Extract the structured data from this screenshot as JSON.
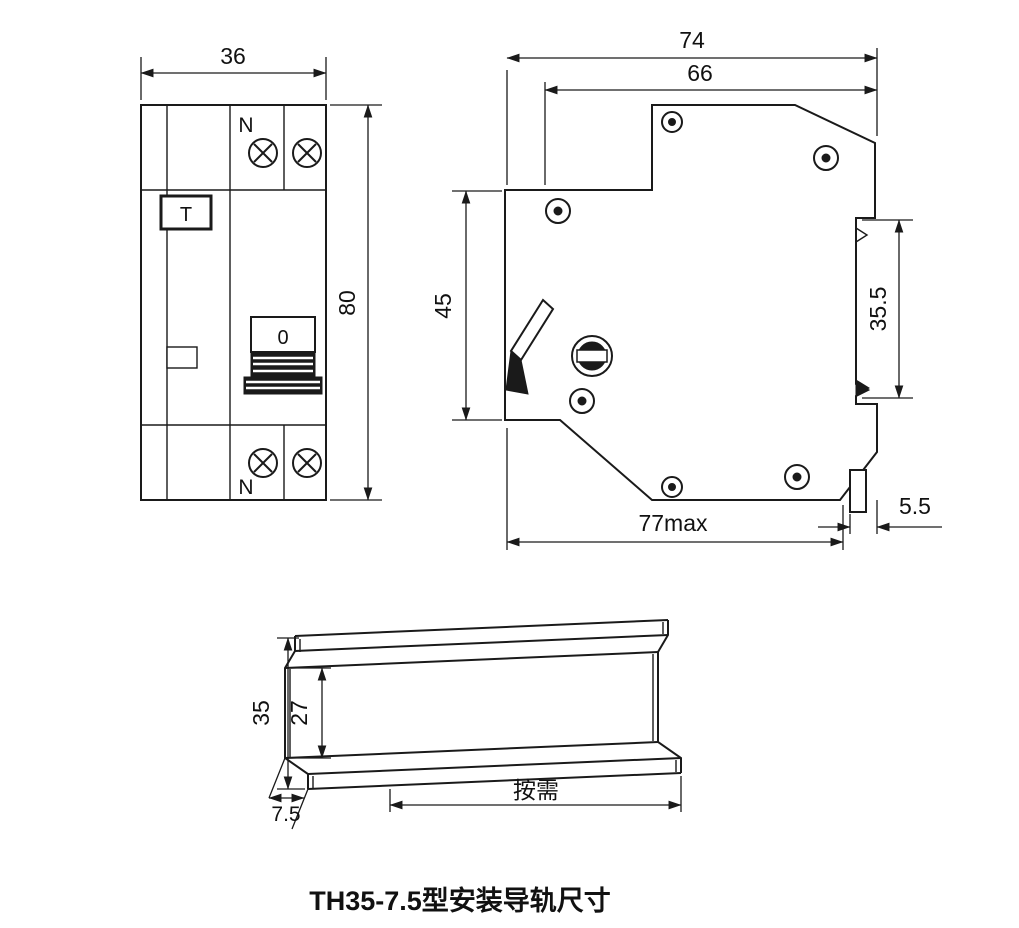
{
  "caption": "TH35-7.5型安装导轨尺寸",
  "front_view": {
    "width": "36",
    "height": "80",
    "neutral_top": "N",
    "neutral_bottom": "N",
    "test_button": "T",
    "toggle_position": "0"
  },
  "side_view": {
    "total_width": "74",
    "body_width": "66",
    "front_height": "45",
    "rail_seat_height": "35.5",
    "clip_offset": "5.5",
    "max_width": "77max"
  },
  "rail_view": {
    "overall_height": "35",
    "channel_height": "27",
    "depth": "7.5",
    "length_label": "按需"
  }
}
